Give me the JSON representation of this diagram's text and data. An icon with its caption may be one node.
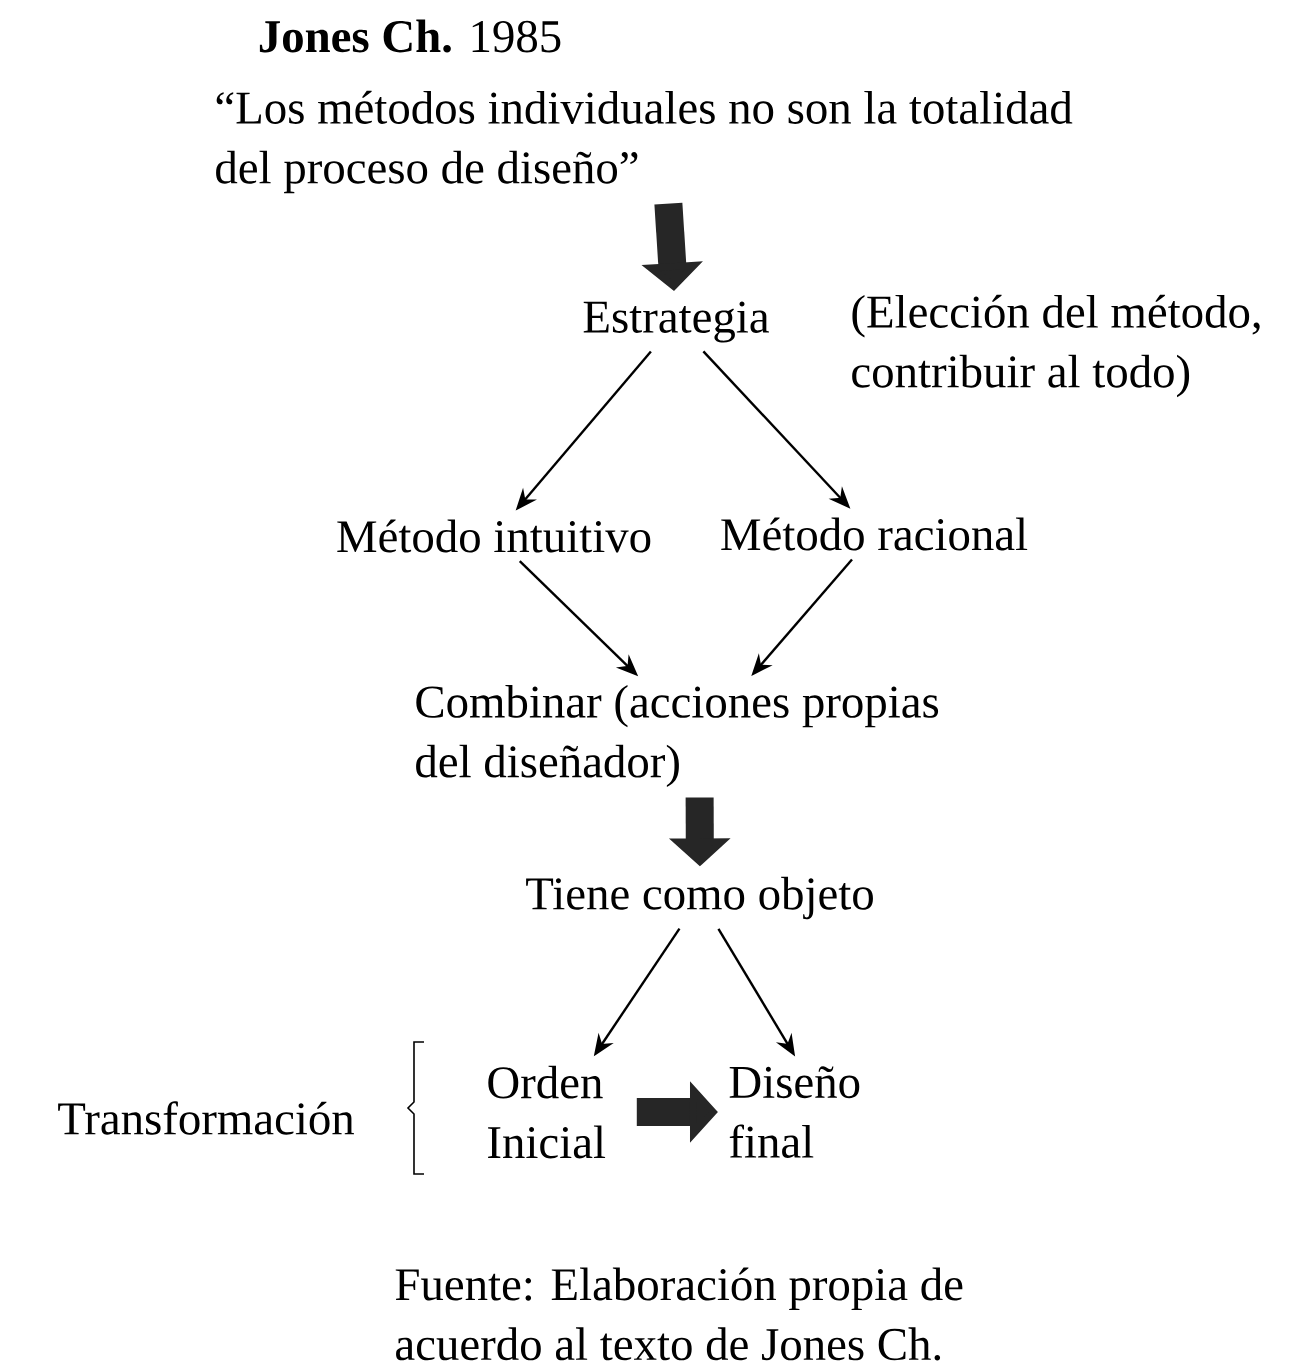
{
  "diagram": {
    "title": "**Jones Ch.** 1985",
    "caption": "Fuente: Elaboración propia de acuerdo al texto de Jones Ch.",
    "nodes": [
      {
        "text": [
          "“Los métodos individuales no son la totalidad del proceso de diseño”"
        ]
      },
      {
        "text": [
          "Estrategia"
        ],
        "beside": [
          "(Elección del método, contribuir al todo)"
        ]
      },
      {
        "text": [
          "Método intuitivo"
        ]
      },
      {
        "text": [
          "Método racional"
        ]
      },
      {
        "text": [
          "Combinar (acciones propias del diseñador)"
        ]
      },
      {
        "text": [
          "Tiene como objeto"
        ]
      },
      {
        "text": [
          "Orden Inicial"
        ]
      },
      {
        "text": [
          "Diseño final"
        ]
      }
    ],
    "edges": [
      {
        "from": 0,
        "to": 1,
        "arrow": "to",
        "style": "thick"
      },
      {
        "from": 1,
        "to": 2,
        "arrow": "to"
      },
      {
        "from": 1,
        "to": 3,
        "arrow": "to"
      },
      {
        "from": 2,
        "to": 4,
        "arrow": "to"
      },
      {
        "from": 3,
        "to": 4,
        "arrow": "to"
      },
      {
        "from": 4,
        "to": 5,
        "arrow": "to",
        "style": "thick"
      },
      {
        "from": 5,
        "to": 6,
        "arrow": "to"
      },
      {
        "from": 5,
        "to": 7,
        "arrow": "to"
      },
      {
        "from": 6,
        "to": 7,
        "arrow": "to",
        "style": "thick"
      }
    ],
    "labels": [
      "Transformación"
    ]
  }
}
